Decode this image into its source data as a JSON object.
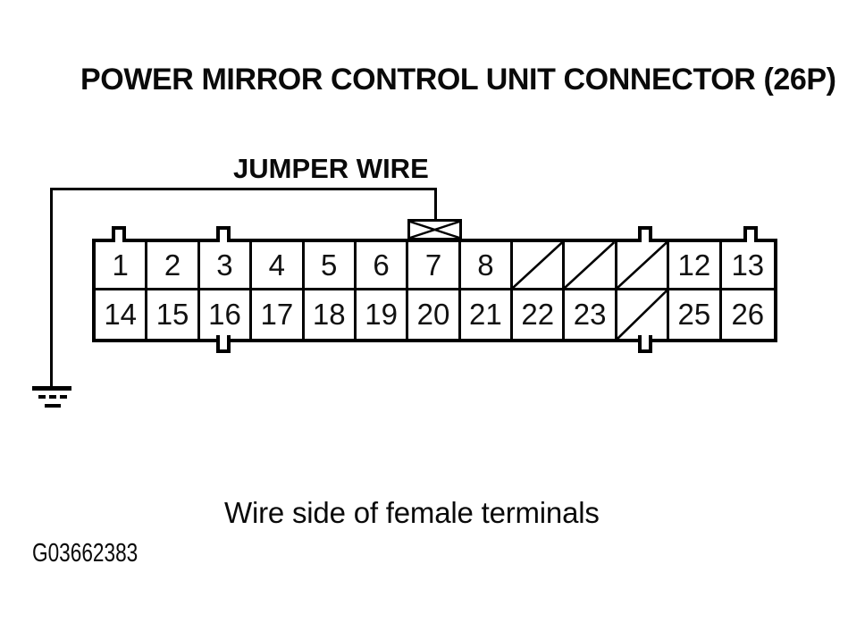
{
  "title": "POWER MIRROR CONTROL UNIT CONNECTOR (26P)",
  "diagram": {
    "jumper_label": "JUMPER WIRE",
    "caption": "Wire side of female terminals",
    "figure_id": "G03662383",
    "colors": {
      "ink": "#000000",
      "background": "#ffffff"
    },
    "connector": {
      "pin_count_label": "26P",
      "jumper_pin": "7",
      "jumper_to": "ground",
      "rows": [
        {
          "cells": [
            {
              "label": "1"
            },
            {
              "label": "2"
            },
            {
              "label": "3"
            },
            {
              "label": "4"
            },
            {
              "label": "5"
            },
            {
              "label": "6"
            },
            {
              "label": "7"
            },
            {
              "label": "8"
            },
            {
              "slashed": true
            },
            {
              "slashed": true
            },
            {
              "slashed": true
            },
            {
              "label": "12"
            },
            {
              "label": "13"
            }
          ]
        },
        {
          "cells": [
            {
              "label": "14"
            },
            {
              "label": "15"
            },
            {
              "label": "16"
            },
            {
              "label": "17"
            },
            {
              "label": "18"
            },
            {
              "label": "19"
            },
            {
              "label": "20"
            },
            {
              "label": "21"
            },
            {
              "label": "22"
            },
            {
              "label": "23"
            },
            {
              "slashed": true
            },
            {
              "label": "25"
            },
            {
              "label": "26"
            }
          ]
        }
      ]
    }
  }
}
